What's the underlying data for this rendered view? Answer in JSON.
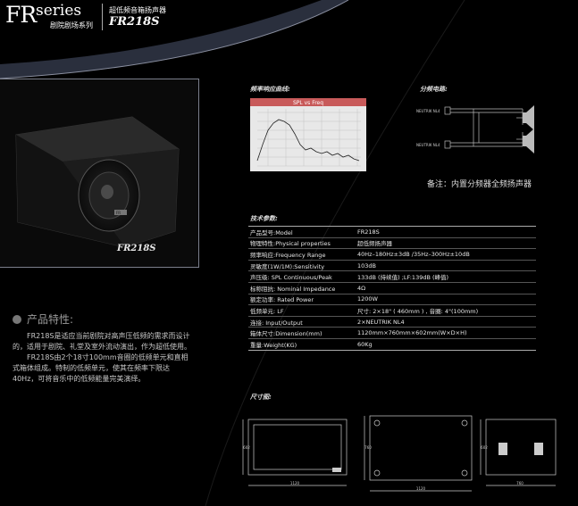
{
  "brand": {
    "fr": "FR",
    "series": "series",
    "subtitle": "剧院剧场系列"
  },
  "header": {
    "title_cn": "超低频音箱扬声器",
    "model": "FR218S"
  },
  "photo": {
    "caption": "FR218S",
    "logo_text": "FR"
  },
  "features": {
    "heading": "产品特性:",
    "paragraph1": "FR218S是适应当前剧院对高声压低频的需求而设计的，适用于剧院、礼堂及室外流动演出，作为超低使用。",
    "paragraph2": "FR218S由2个18寸100mm音圈的低频单元和直相式箱体组成。特制的低频单元，使其在频率下限达40Hz，可将音乐中的低频能量完美演绎。"
  },
  "freq_response": {
    "label": "频率响应曲线:",
    "chart_title": "SPL vs Freq"
  },
  "wiring": {
    "label": "分频电路:",
    "connector1": "NEUTRIK NL4",
    "connector2": "NEUTRIK NL4",
    "note": "备注：内置分频器全频扬声器"
  },
  "specs": {
    "label": "技术参数:",
    "rows": [
      {
        "k": "产品型号:Model",
        "v": "FR218S"
      },
      {
        "k": "物理特性:Physical properties",
        "v": "超低频扬声器"
      },
      {
        "k": "频率响应:Frequency Range",
        "v": "40Hz–180Hz±3dB /35Hz–300Hz±10dB"
      },
      {
        "k": "灵敏度(1W/1M):Sensitivity",
        "v": "103dB"
      },
      {
        "k": "声压级: SPL Continuous/Peak",
        "v": "133dB (持续值) ;LF:139dB (峰值)"
      },
      {
        "k": "标称阻抗: Nominal Impedance",
        "v": "4Ω"
      },
      {
        "k": "额定功率: Rated Power",
        "v": "1200W"
      },
      {
        "k": "低频单元: LF",
        "v": "尺寸: 2×18\" ( 460mm ) , 音圈: 4\"(100mm)"
      },
      {
        "k": "连接: Input/Output",
        "v": "2×NEUTRIK NL4"
      },
      {
        "k": "箱体尺寸:Dimension(mm)",
        "v": "1120mm×760mm×602mm(W×D×H)"
      },
      {
        "k": "重量:Weight(KG)",
        "v": "60Kg"
      }
    ]
  },
  "dimensions": {
    "label": "尺寸图:",
    "front_width": "1120",
    "top_width": "1120",
    "side_width": "760",
    "height1": "602",
    "height2": "760",
    "height3": "602"
  }
}
